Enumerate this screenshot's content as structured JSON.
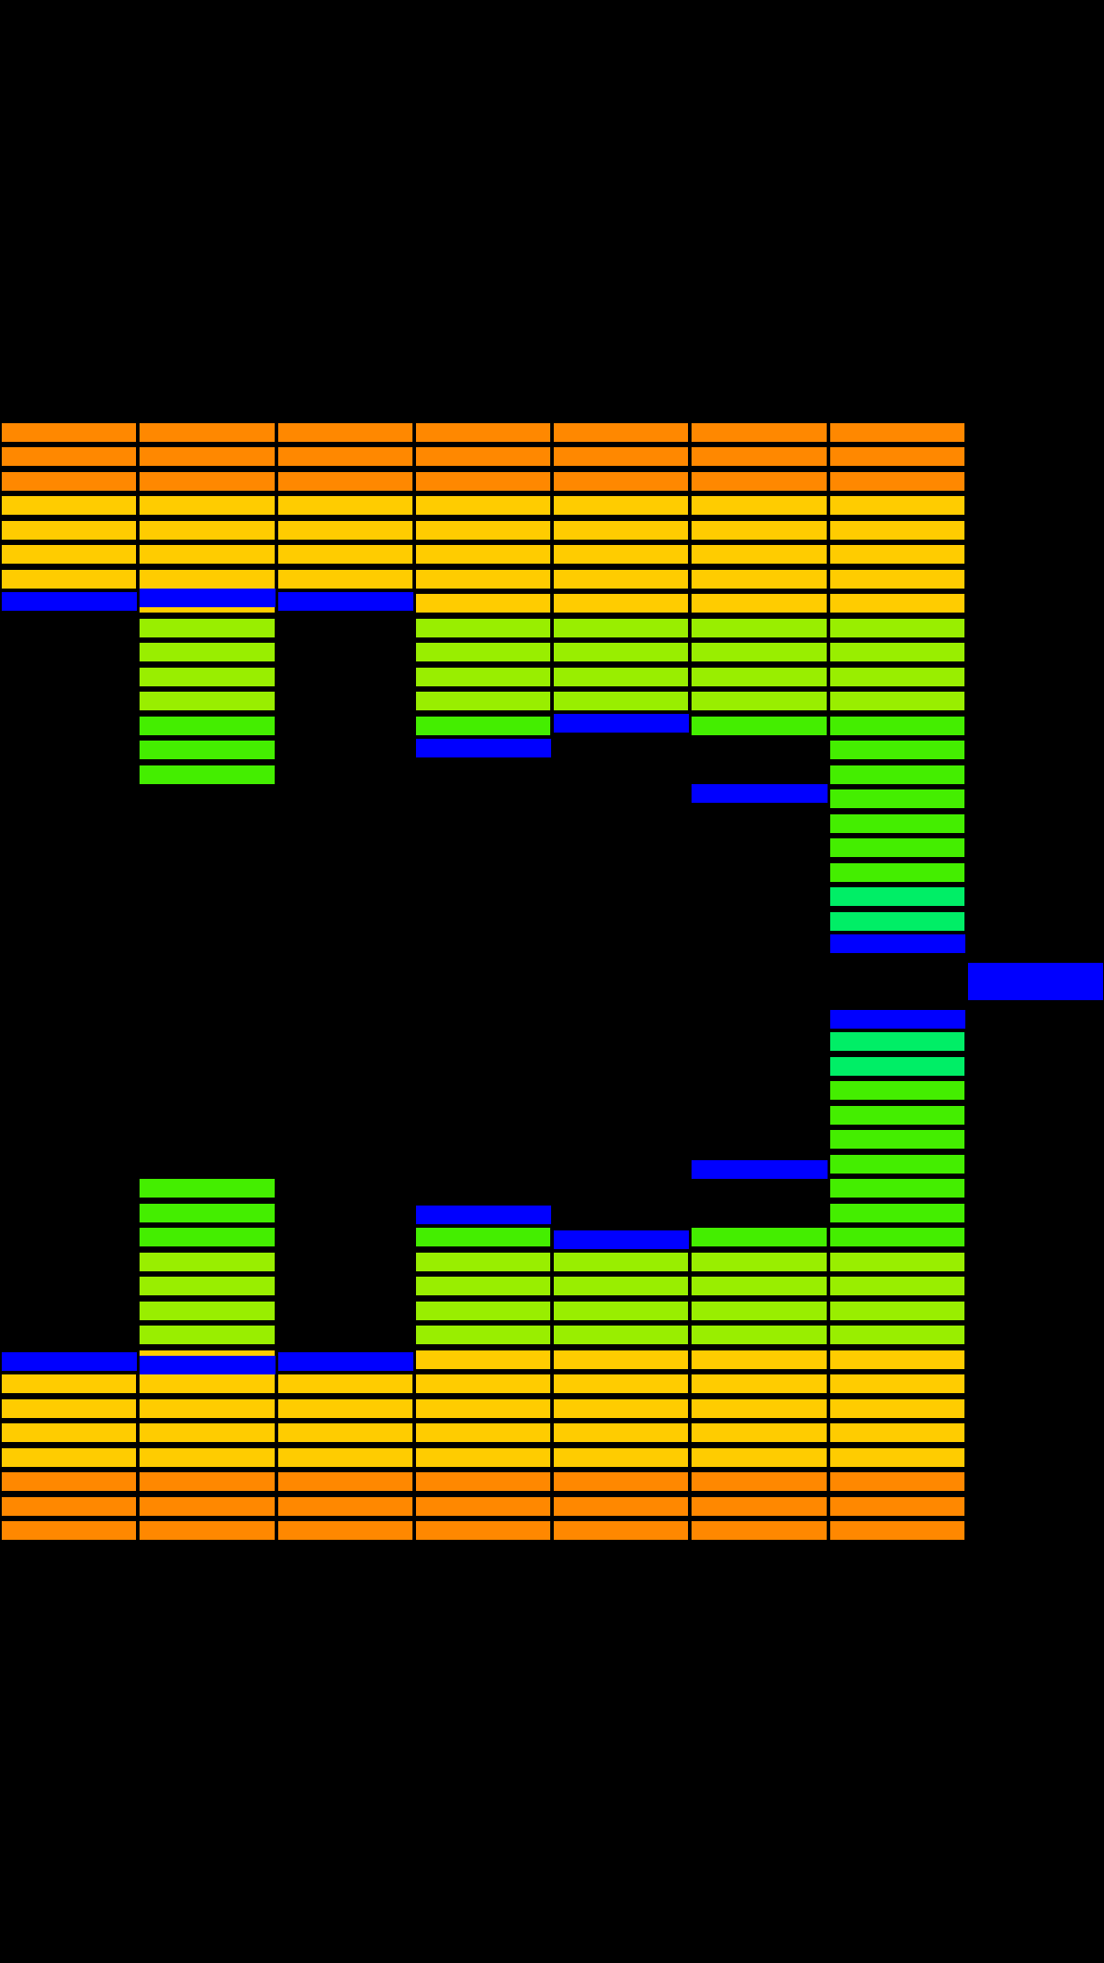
{
  "meter": {
    "columns": 8,
    "segments_per_column": 23,
    "levels": [
      7,
      15,
      7,
      13,
      12,
      13,
      21,
      0
    ],
    "peaks": [
      7,
      7,
      7,
      13,
      12,
      15,
      21,
      23
    ],
    "segment_colors": [
      "#ff8800",
      "#ff8800",
      "#ff8800",
      "#ffcc00",
      "#ffcc00",
      "#ffcc00",
      "#ffcc00",
      "#ffcc00",
      "#99ee00",
      "#99ee00",
      "#99ee00",
      "#99ee00",
      "#44ee00",
      "#44ee00",
      "#44ee00",
      "#44ee00",
      "#44ee00",
      "#44ee00",
      "#44ee00",
      "#00ee66",
      "#00ee66",
      "#00ee66",
      "#00ee66"
    ],
    "peak_color": "#0000ff",
    "background_color": "#000000",
    "mirrored": true
  }
}
